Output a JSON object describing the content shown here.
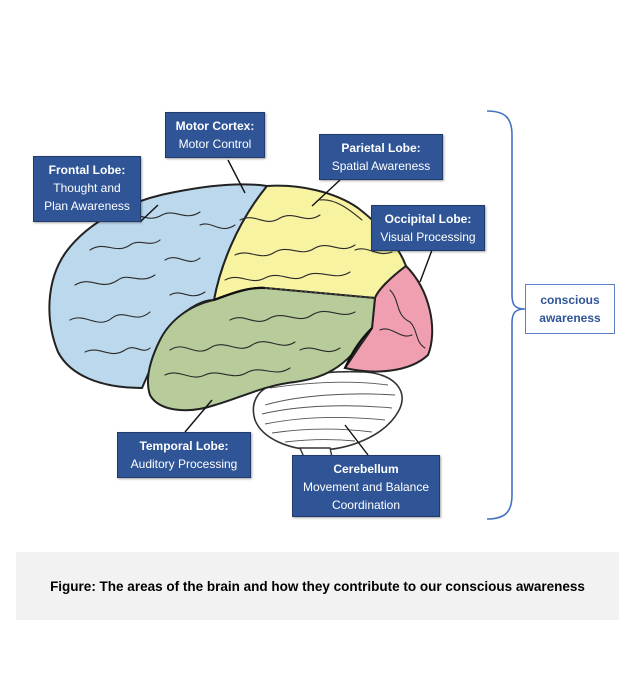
{
  "labels": {
    "frontal": {
      "title": "Frontal Lobe:",
      "desc": "Thought and Plan Awareness"
    },
    "motor": {
      "title": "Motor Cortex:",
      "desc": "Motor Control"
    },
    "parietal": {
      "title": "Parietal Lobe:",
      "desc": "Spatial Awareness"
    },
    "occipital": {
      "title": "Occipital Lobe:",
      "desc": "Visual Processing"
    },
    "temporal": {
      "title": "Temporal Lobe:",
      "desc": "Auditory Processing"
    },
    "cerebellum": {
      "title": "Cerebellum",
      "desc": "Movement and Balance Coordination"
    }
  },
  "awareness": "conscious awareness",
  "caption": "Figure: The areas of the brain and how they contribute to our conscious awareness",
  "colors": {
    "frontal": "#bcd8ec",
    "parietal": "#f7f3a1",
    "temporal": "#b7cc9a",
    "occipital": "#ef9fb0",
    "cerebellum": "#ffffff",
    "label_bg": "#2f5597",
    "bracket": "#4472c4"
  }
}
